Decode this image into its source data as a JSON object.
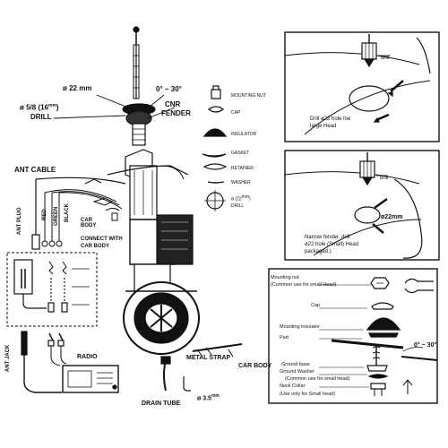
{
  "main_labels": {
    "diameter_22mm": "ø 22 mm",
    "diameter_5_8": "ø 5/8 (16",
    "mm_small": "mm",
    "diameter_5_8_close": ")",
    "drill": "DRILL",
    "angle_range": "0° ~ 30°",
    "cnr": "CNR",
    "fender": "FENDER",
    "ant_cable": "ANT CABLE",
    "ant_plug": "ANT PLUG",
    "red": "RED",
    "green": "GREEN",
    "black": "BLACK",
    "car_body": "CAR BODY",
    "connect_with": "CONNECT WITH",
    "car_body_2": "CAR BODY",
    "ant_jack": "ANT JACK",
    "radio": "RADIO",
    "metal_strap": "METAL STRAP",
    "car_body_3": "CAR BODY",
    "drain_tube": "DRAIN TUBE",
    "diameter_3_5": "ø 3.5",
    "diameter_3_5_unit": "mm"
  },
  "parts_legend": {
    "mounting_nut": "MOUNTING NUT",
    "cap": "CAP",
    "insulator": "INSULATOR",
    "gasket": "GASKET",
    "retainer": "RETAINER",
    "washer": "WASHER",
    "drill_22_a": "ø  (22",
    "drill_22_mm": "mm",
    "drill_22_b": ")",
    "drill_word": "DRILL"
  },
  "box_large_head": {
    "drill": "drill",
    "caption_line1": "Drill ø22 hole foe",
    "caption_line2": "large Head"
  },
  "box_narrow_fender": {
    "drill": "drill",
    "diameter": "ø22mm",
    "caption_line1": "Narrow fender. drill",
    "caption_line2": "ø22 hole (Small) Head",
    "caption_line3": "packaged.)"
  },
  "box_assembly": {
    "mounting_nut": "Mounting nut",
    "mounting_nut_note": "(Common use for small Head)",
    "cap": "Cap",
    "mounting_insulator": "Mounting insulator",
    "pad": "Pad",
    "angle": "0° ~ 30°",
    "ground_base": "Ground base",
    "ground_washer": "Ground Washer",
    "ground_washer_note": "(Common use for small head)",
    "neck_collar": "Neck Collar",
    "neck_collar_note": "(Use only for Small head)"
  },
  "colors": {
    "line": "#111111",
    "background": "#ffffff"
  }
}
